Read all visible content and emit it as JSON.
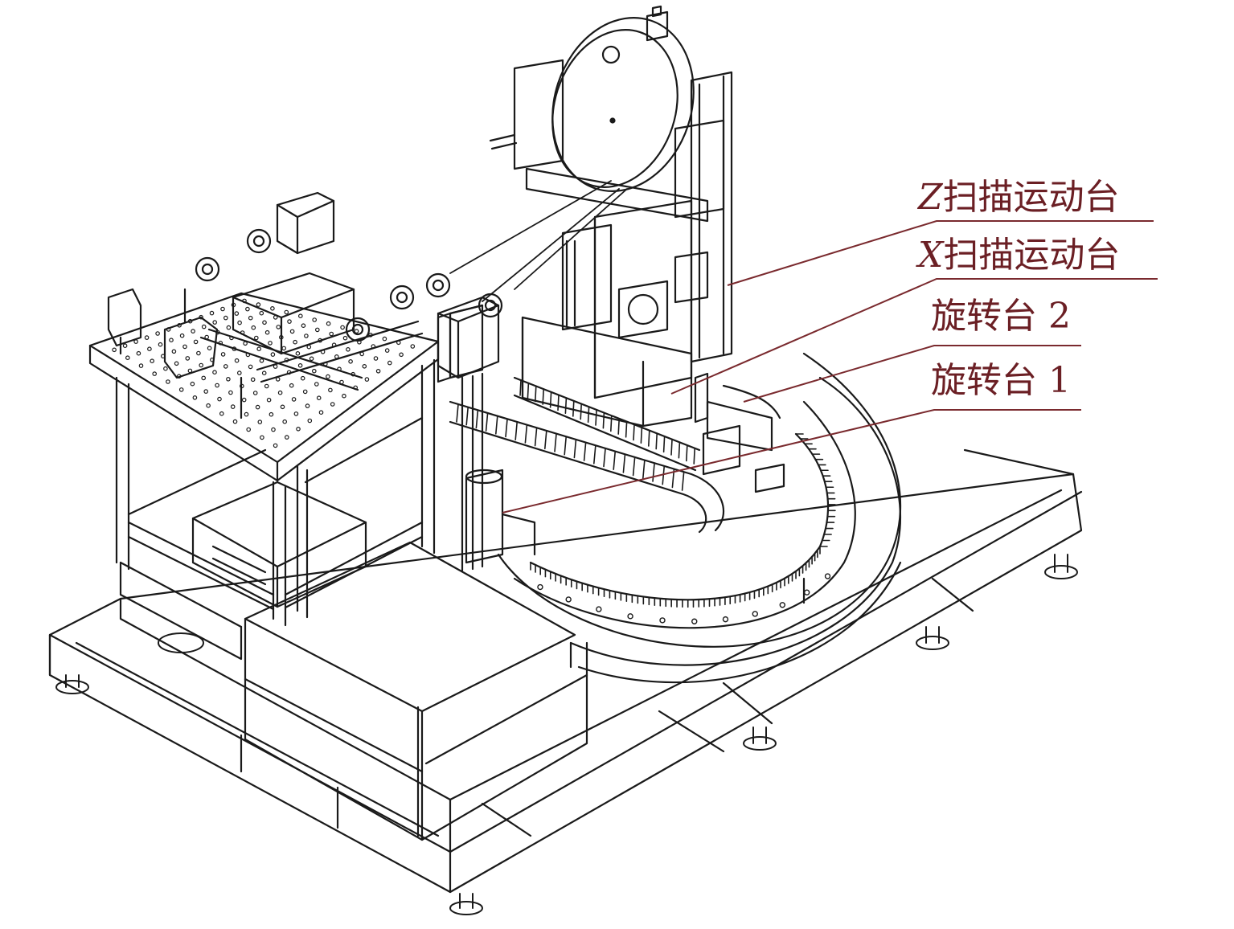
{
  "callouts": {
    "z_stage": {
      "axis": "Z",
      "text": "扫描运动台"
    },
    "x_stage": {
      "axis": "X",
      "text": "扫描运动台"
    },
    "rotary_stage_2": {
      "text": "旋转台 2"
    },
    "rotary_stage_1": {
      "text": "旋转台 1"
    }
  },
  "colors": {
    "label": "#6b1f24",
    "leader": "#7a2a2e",
    "line_art": "#1a1a1a"
  }
}
